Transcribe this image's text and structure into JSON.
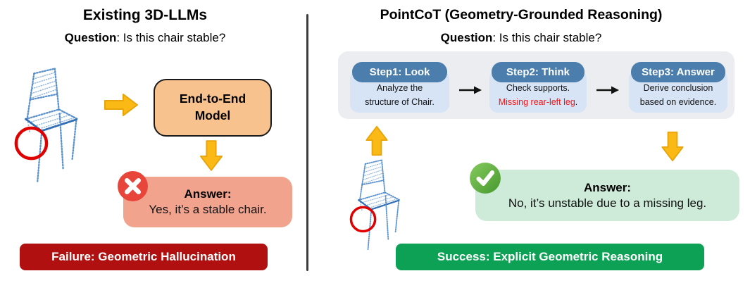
{
  "left": {
    "title": "Existing 3D-LLMs",
    "question": {
      "label": "Question",
      "rest": ": Is this chair stable?"
    },
    "model_box": {
      "line1": "End-to-End",
      "line2": "Model"
    },
    "answer": {
      "heading": "Answer:",
      "body": "Yes, it’s a stable chair."
    },
    "banner": "Failure: Geometric Hallucination"
  },
  "right": {
    "title": "PointCoT (Geometry-Grounded Reasoning)",
    "question": {
      "label": "Question",
      "rest": ": Is this chair stable?"
    },
    "steps": [
      {
        "header": "Step1: Look",
        "line1": "Analyze the",
        "line2": "structure of Chair."
      },
      {
        "header": "Step2: Think",
        "line1": "Check supports.",
        "line2_highlight": "Missing rear-left leg",
        "line2_tail": "."
      },
      {
        "header": "Step3: Answer",
        "line1": "Derive conclusion",
        "line2": "based on evidence."
      }
    ],
    "answer": {
      "heading": "Answer:",
      "body": "No, it’s unstable due to a missing leg."
    },
    "banner": "Success: Explicit Geometric Reasoning"
  },
  "icons": {
    "chair_left": "point-cloud-chair-missing-leg",
    "chair_right": "point-cloud-chair-missing-leg",
    "red_circle": "missing-leg-highlight",
    "cross_badge": "error-cross",
    "check_badge": "success-check",
    "yellow_arrows": [
      "arrow-right",
      "arrow-down",
      "arrow-up",
      "arrow-down"
    ],
    "step_flow_arrows": [
      "arrow-right",
      "arrow-right"
    ]
  },
  "colors": {
    "step_header_bg": "#4B7EAD",
    "step_body_bg": "#D7E4F6",
    "steps_container_bg": "#ECEDF1",
    "model_box_bg": "#F7C28E",
    "answer_fail_bg": "#F2A38D",
    "answer_success_bg": "#CDEBD8",
    "fail_banner_bg": "#B11010",
    "success_banner_bg": "#0DA155",
    "arrow_yellow": "#FBB916",
    "error_red": "#E8463B",
    "check_green": "#55A83C",
    "highlight_red": "#E00000",
    "pointcloud_blue": "#4A86C8"
  }
}
